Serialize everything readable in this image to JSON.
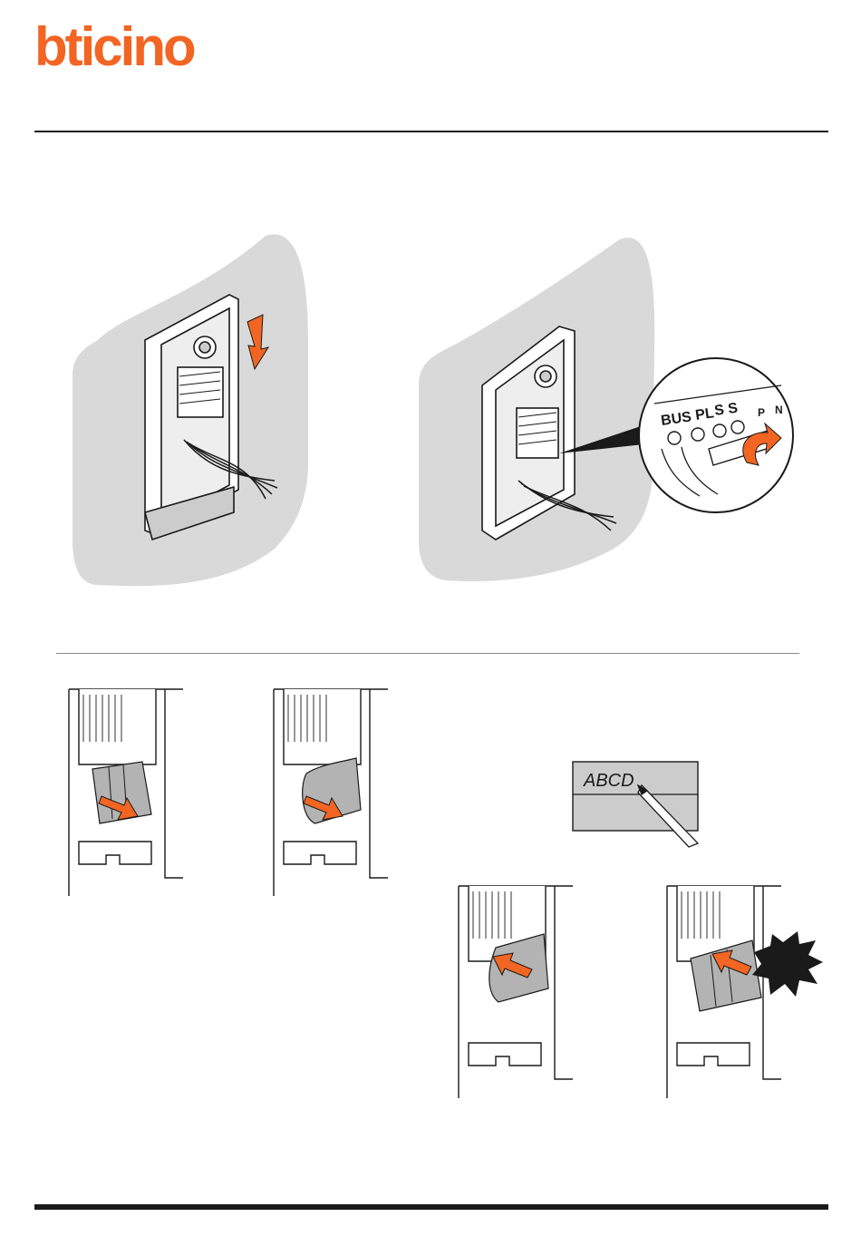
{
  "header": {
    "brand": "bticino",
    "brand_color": "#f26522"
  },
  "terminal_labels": {
    "bus": "BUS",
    "pl": "PL",
    "s_plus": "S",
    "s_minus": "S",
    "plus": "+",
    "minus": "−",
    "p": "P",
    "n": "N"
  },
  "nameplate": {
    "handwritten": "ABCD"
  },
  "colors": {
    "wall": "#d9d9d9",
    "arrow": "#f26522",
    "line": "#1a1a1a",
    "device": "#cccccc"
  },
  "icons": [
    "down-arrow-icon",
    "rotate-arrow-icon",
    "slide-out-arrow-icon",
    "slide-in-arrow-icon",
    "pencil-icon",
    "snap-burst-icon"
  ]
}
